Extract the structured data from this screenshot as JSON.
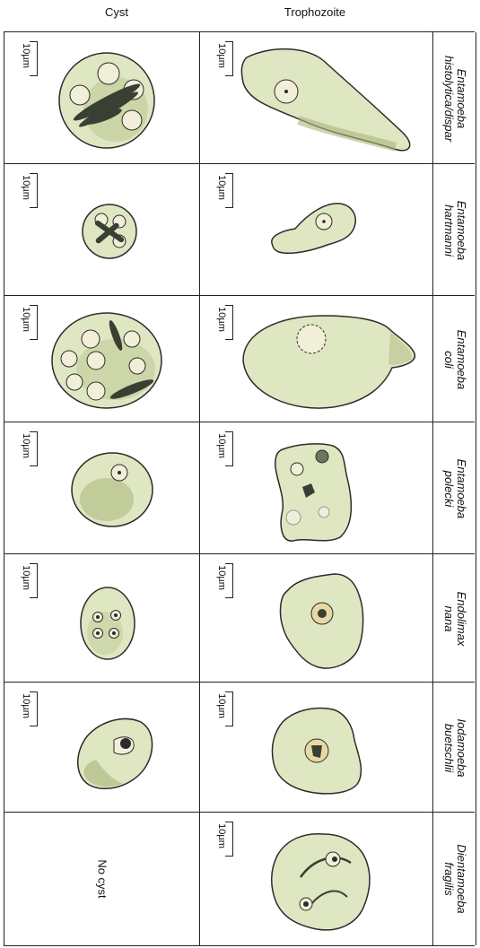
{
  "header": {
    "cyst": "Cyst",
    "trophozoite": "Trophozoite"
  },
  "scale_label": "10µm",
  "rows": [
    {
      "species": [
        "Entamoeba",
        "histolytica/dispar"
      ]
    },
    {
      "species": [
        "Entamoeba",
        "hartmanni"
      ]
    },
    {
      "species": [
        "Entamoeba",
        "coli"
      ]
    },
    {
      "species": [
        "Entamoeba",
        "polecki"
      ]
    },
    {
      "species": [
        "Endolimax",
        "nana"
      ]
    },
    {
      "species": [
        "Iodamoeba",
        "buetschlii"
      ]
    },
    {
      "species": [
        "Dientamoeba",
        "fragilis"
      ],
      "cyst_text": "No cyst"
    }
  ],
  "colors": {
    "cell_fill": "#dfe6c2",
    "cell_shade": "#a9b57a",
    "line": "#2b2b2b",
    "chromatoid": "#3a3f34"
  }
}
